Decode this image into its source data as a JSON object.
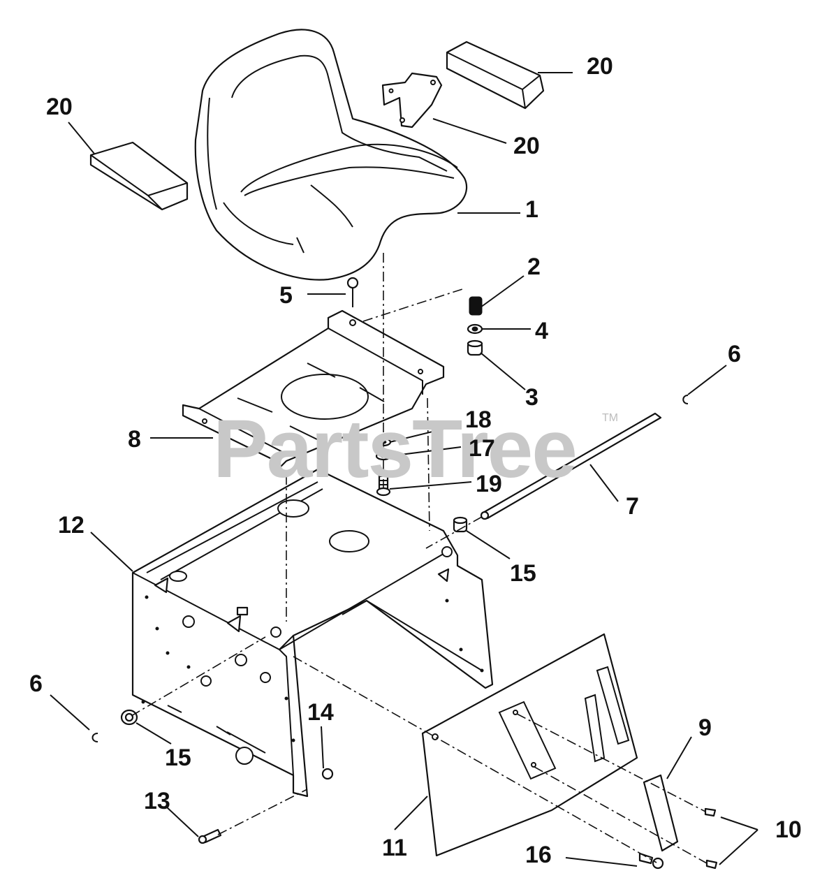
{
  "watermark": {
    "text": "PartsTree",
    "trademark": "TM"
  },
  "callouts": [
    {
      "id": "c20a",
      "label": "20"
    },
    {
      "id": "c20b",
      "label": "20"
    },
    {
      "id": "c20c",
      "label": "20"
    },
    {
      "id": "c1",
      "label": "1"
    },
    {
      "id": "c2",
      "label": "2"
    },
    {
      "id": "c4",
      "label": "4"
    },
    {
      "id": "c3",
      "label": "3"
    },
    {
      "id": "c5",
      "label": "5"
    },
    {
      "id": "c6a",
      "label": "6"
    },
    {
      "id": "c7",
      "label": "7"
    },
    {
      "id": "c8",
      "label": "8"
    },
    {
      "id": "c18",
      "label": "18"
    },
    {
      "id": "c17",
      "label": "17"
    },
    {
      "id": "c19",
      "label": "19"
    },
    {
      "id": "c12",
      "label": "12"
    },
    {
      "id": "c15a",
      "label": "15"
    },
    {
      "id": "c6b",
      "label": "6"
    },
    {
      "id": "c15b",
      "label": "15"
    },
    {
      "id": "c14",
      "label": "14"
    },
    {
      "id": "c9",
      "label": "9"
    },
    {
      "id": "c13",
      "label": "13"
    },
    {
      "id": "c11",
      "label": "11"
    },
    {
      "id": "c16",
      "label": "16"
    },
    {
      "id": "c10",
      "label": "10"
    }
  ]
}
